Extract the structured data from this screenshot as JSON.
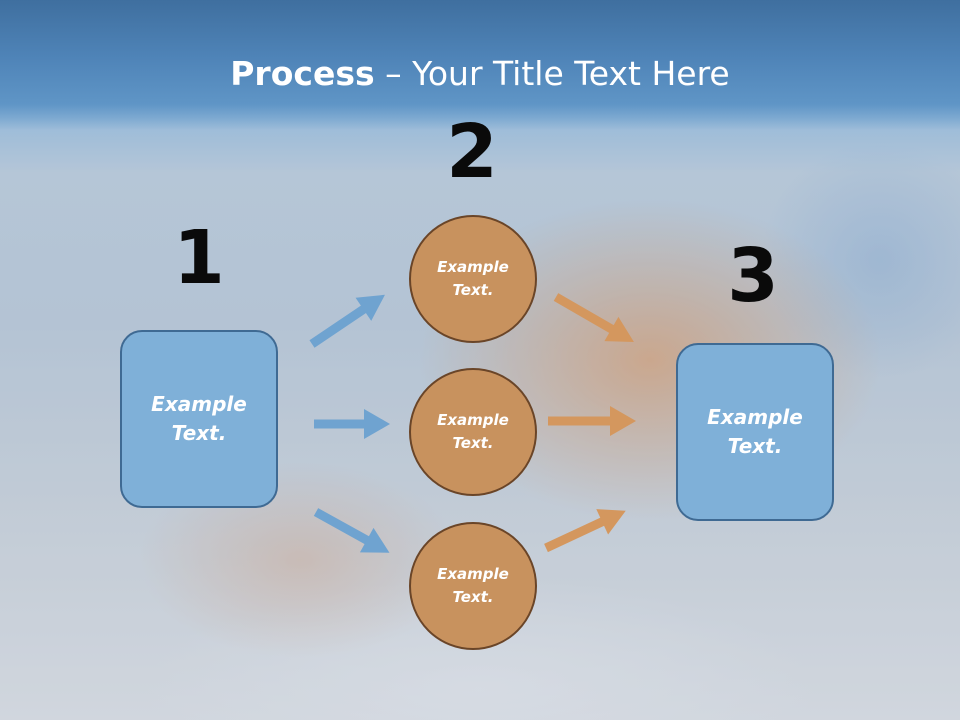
{
  "title": {
    "bold": "Process",
    "rest": " – Your Title Text Here"
  },
  "steps": {
    "one": "1",
    "two": "2",
    "three": "3"
  },
  "left_box": {
    "line1": "Example",
    "line2": "Text."
  },
  "right_box": {
    "line1": "Example",
    "line2": "Text."
  },
  "circles": [
    {
      "line1": "Example",
      "line2": "Text."
    },
    {
      "line1": "Example",
      "line2": "Text."
    },
    {
      "line1": "Example",
      "line2": "Text."
    }
  ],
  "colors": {
    "box_fill": "#7fb0d8",
    "circle_fill": "#c8925e",
    "blue_arrow": "#6fa3d0",
    "orange_arrow": "#d4975e"
  }
}
